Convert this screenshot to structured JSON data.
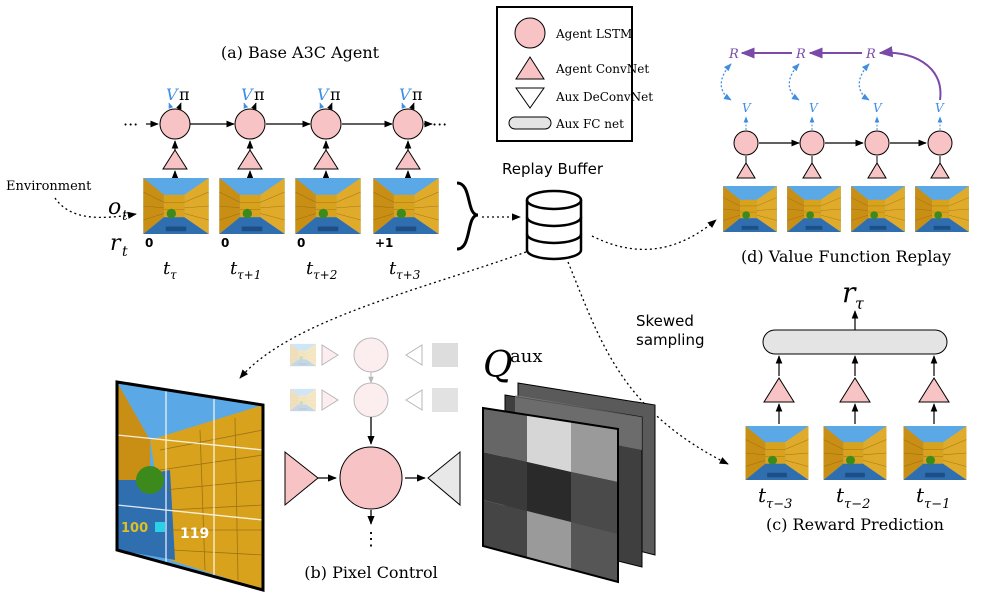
{
  "legend": {
    "lstm": "Agent LSTM",
    "convnet": "Agent ConvNet",
    "deconvnet": "Aux DeConvNet",
    "fcnet": "Aux FC net"
  },
  "panel_a": {
    "title": "(a) Base A3C Agent",
    "environment": "Environment",
    "obs_symbol": "o",
    "obs_sub": "t",
    "rew_symbol": "r",
    "rew_sub": "t",
    "value_symbol": "V",
    "policy_symbol": "π",
    "ellipsis": "···",
    "rewards": [
      "0",
      "0",
      "0",
      "+1"
    ],
    "time_base": "t",
    "time_subs": [
      "τ",
      "τ+1",
      "τ+2",
      "τ+3"
    ]
  },
  "replay": {
    "label": "Replay Buffer"
  },
  "panel_d": {
    "title": "(d) Value Function Replay",
    "return_symbol": "R",
    "value_symbol": "V"
  },
  "skewed": {
    "line1": "Skewed",
    "line2": "sampling"
  },
  "panel_c": {
    "title": "(c) Reward Prediction",
    "output_base": "r",
    "output_sub": "τ",
    "time_base": "t",
    "time_subs": [
      "τ−3",
      "τ−2",
      "τ−1"
    ]
  },
  "panel_b": {
    "title": "(b) Pixel Control",
    "q_base": "Q",
    "q_sup": "aux",
    "vdots": "⋮",
    "hud_left": "100",
    "hud_right": "119"
  },
  "colors": {
    "pink": "#f7c3c5",
    "blue_v": "#3f8fe0",
    "purple_r": "#7a4aa8",
    "sky": "#5aa9e6",
    "wall": "#d9a21c",
    "floor": "#2f6fb0",
    "fc_gray": "#e4e4e4"
  }
}
